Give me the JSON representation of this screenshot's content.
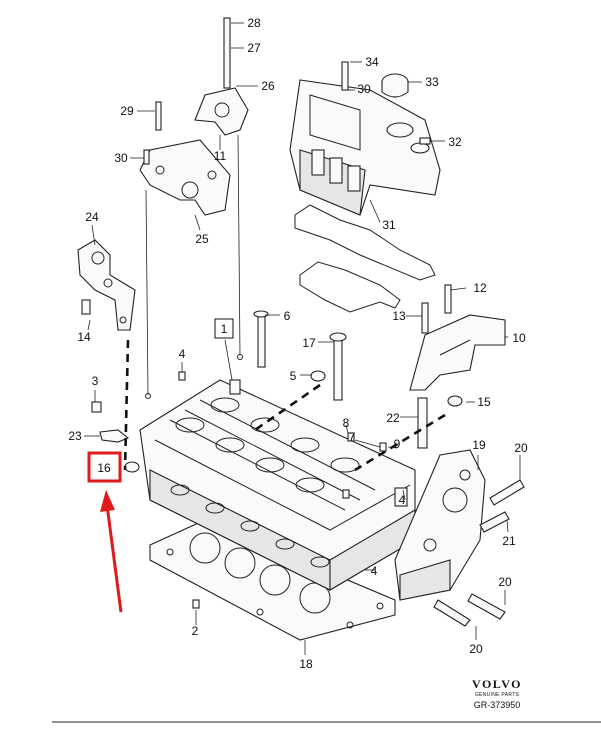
{
  "callouts": [
    {
      "id": "1",
      "boxed": true
    },
    {
      "id": "2"
    },
    {
      "id": "3"
    },
    {
      "id": "4"
    },
    {
      "id": "5"
    },
    {
      "id": "6"
    },
    {
      "id": "7"
    },
    {
      "id": "8"
    },
    {
      "id": "9"
    },
    {
      "id": "10"
    },
    {
      "id": "11"
    },
    {
      "id": "12"
    },
    {
      "id": "13"
    },
    {
      "id": "14"
    },
    {
      "id": "15"
    },
    {
      "id": "16",
      "highlighted": true
    },
    {
      "id": "17"
    },
    {
      "id": "18"
    },
    {
      "id": "19"
    },
    {
      "id": "20"
    },
    {
      "id": "21"
    },
    {
      "id": "22"
    },
    {
      "id": "23"
    },
    {
      "id": "24"
    },
    {
      "id": "25"
    },
    {
      "id": "26"
    },
    {
      "id": "27"
    },
    {
      "id": "28"
    },
    {
      "id": "29"
    },
    {
      "id": "30"
    },
    {
      "id": "31"
    },
    {
      "id": "32"
    },
    {
      "id": "33"
    },
    {
      "id": "34"
    }
  ],
  "highlight": {
    "label": "16",
    "color": "#e01b1b"
  },
  "brand": {
    "name": "VOLVO",
    "tagline": "GENUINE PARTS"
  },
  "reference": "GR-373950"
}
